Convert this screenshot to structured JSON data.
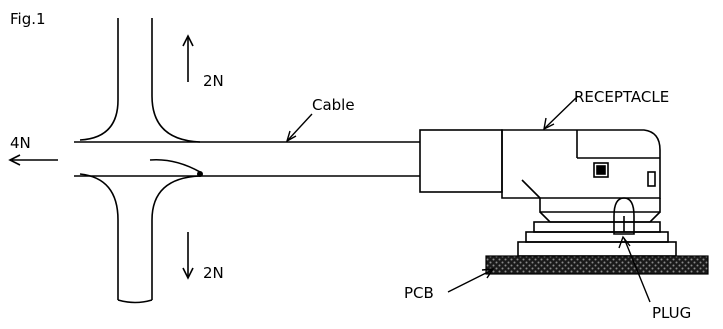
{
  "figure_label": "Fig.1",
  "labels": {
    "up_force": "2N",
    "down_force": "2N",
    "left_force": "4N",
    "cable": "Cable",
    "receptacle": "RECEPTACLE",
    "pcb": "PCB",
    "plug": "PLUG"
  }
}
